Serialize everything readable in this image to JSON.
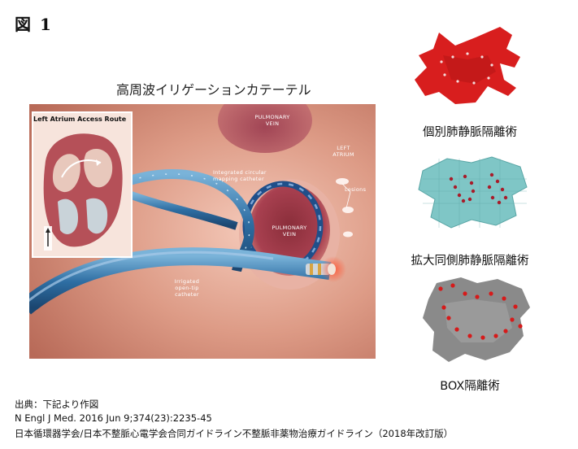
{
  "figure_label": "図 1",
  "main_title": "高周波イリゲーションカテーテル",
  "illustration": {
    "inset_title": "Left Atrium Access Route",
    "labels": {
      "pulmonary_vein_top": [
        "PULMONARY",
        "VEIN"
      ],
      "left_atrium": [
        "LEFT",
        "ATRIUM"
      ],
      "integrated_catheter": [
        "Integrated circular",
        "mapping catheter"
      ],
      "lesions": "Lesions",
      "pulmonary_vein_center": [
        "PULMONARY",
        "VEIN"
      ],
      "irrigated_catheter": [
        "Irrigated",
        "open-tip",
        "catheter"
      ]
    }
  },
  "techniques": [
    {
      "caption": "個別肺静脈隔離術",
      "color": "#d81e1e"
    },
    {
      "caption": "拡大同側肺静脈隔離術",
      "color": "#7fc6c6"
    },
    {
      "caption": "BOX隔離術",
      "color": "#8a8a8a"
    }
  ],
  "source": {
    "line1": "出典：下記より作図",
    "line2": "N Engl J Med. 2016 Jun 9;374(23):2235-45",
    "line3": "日本循環器学会/日本不整脈心電学会合同ガイドライン不整脈非薬物治療ガイドライン（2018年改訂版）"
  }
}
